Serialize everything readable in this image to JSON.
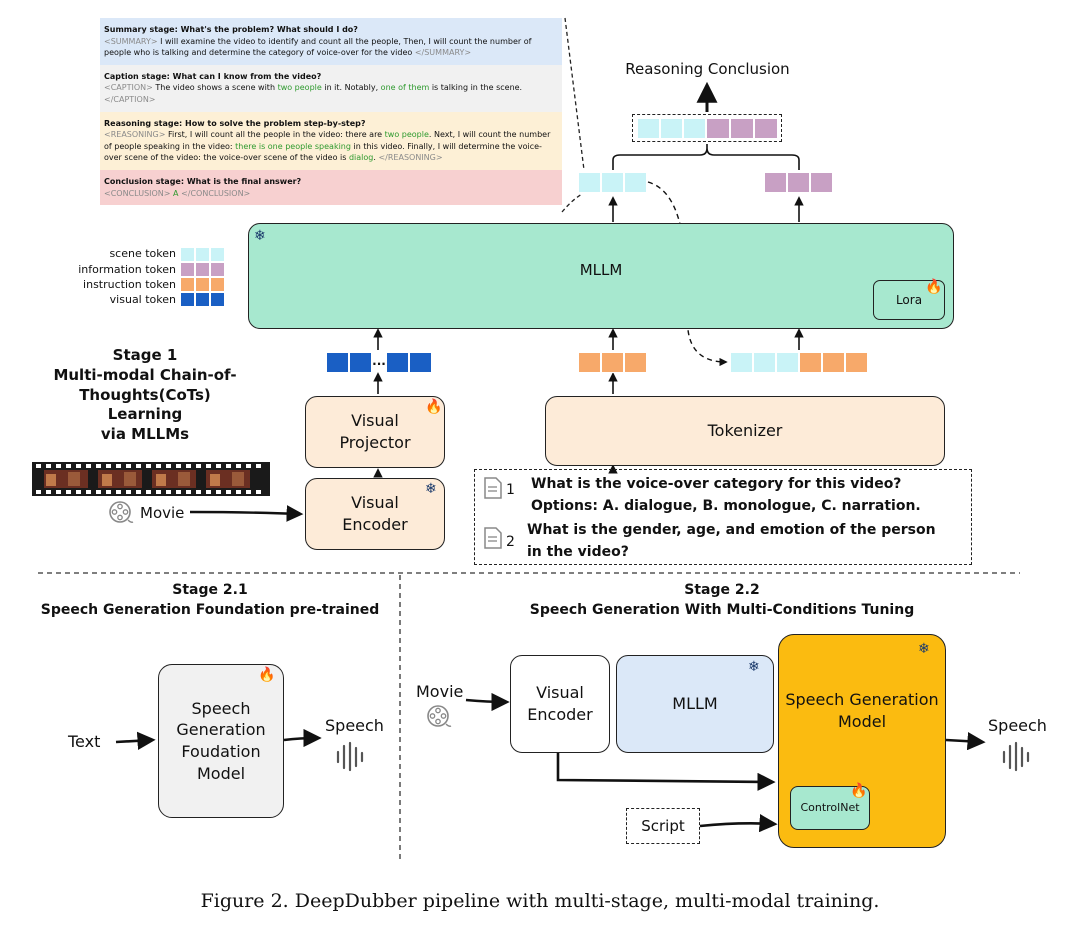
{
  "cot": {
    "summary": {
      "head": "Summary stage: What's the problem? What should I do?",
      "open": "<SUMMARY>",
      "text": " I will examine the video to identify and count all the people, Then, I will count the number of people who is talking and determine the category of voice-over for the video ",
      "close": "</SUMMARY>"
    },
    "caption": {
      "head": "Caption stage: What can I know from the video?",
      "open": "<CAPTION>",
      "t1": " The video shows a scene with ",
      "h1": "two people",
      "t2": " in it. Notably, ",
      "h2": "one of them",
      "t3": " is talking in the scene. ",
      "close": "</CAPTION>"
    },
    "reasoning": {
      "head": "Reasoning stage: How to solve the problem step-by-step?",
      "open": "<REASONING>",
      "t1": " First, I will count all the people in the video: there are ",
      "h1": "two people",
      "t2": ". Next, I will count the number of people speaking in the video: ",
      "h2": "there is one people speaking",
      "t3": " in this video. Finally, I will determine the voice-over scene of the video: the voice-over scene of the video is ",
      "h3": "dialog",
      "t4": ". ",
      "close": "</REASONING>"
    },
    "conclusion": {
      "head": "Conclusion stage: What is the final answer?",
      "open": "<CONCLUSION>",
      "answer": " A ",
      "close": "</CONCLUSION>"
    }
  },
  "reasoning_conclusion": "Reasoning Conclusion",
  "legend": {
    "scene": "scene token",
    "information": "information token",
    "instruction": "instruction token",
    "visual": "visual token"
  },
  "colors": {
    "scene": "#c9f3f7",
    "information": "#c8a0c4",
    "instruction": "#f7a96a",
    "visual": "#1a5fc4",
    "mllm_fill": "#a7e8cf",
    "peach": "#fdebd8",
    "cot_summary": "#dbe8f8",
    "cot_caption": "#f1f1f1",
    "cot_reasoning": "#fdf0d6",
    "cot_conclusion": "#f7d0d0",
    "speech_gen": "#fbbb10"
  },
  "stage1": {
    "title": "Stage 1\nMulti-modal Chain-of-\nThoughts(CoTs) Learning\nvia MLLMs",
    "mllm": "MLLM",
    "lora": "Lora",
    "visual_projector": "Visual\nProjector",
    "visual_encoder": "Visual\nEncoder",
    "tokenizer": "Tokenizer",
    "movie": "Movie",
    "ellipsis": "...",
    "q1_num": "1",
    "q1_line1": "What is the voice-over category for this video?",
    "q1_line2": "Options: A. dialogue, B. monologue, C. narration.",
    "q2_num": "2",
    "q2_line1": "What is the gender, age, and emotion of the person",
    "q2_line2": "in the video?"
  },
  "stage21": {
    "title": "Stage 2.1\nSpeech Generation Foundation pre-trained",
    "input": "Text",
    "model": "Speech\nGeneration\nFoudation\nModel",
    "output": "Speech"
  },
  "stage22": {
    "title": "Stage 2.2\nSpeech Generation With Multi-Conditions Tuning",
    "movie": "Movie",
    "visual_encoder": "Visual\nEncoder",
    "mllm": "MLLM",
    "speech_model": "Speech Generation\nModel",
    "controlnet": "ControlNet",
    "script": "Script",
    "output": "Speech"
  },
  "icons": {
    "frozen": "snowflake-icon",
    "trainable": "flame-icon",
    "question": "document-question-icon",
    "movie": "film-reel-icon",
    "speech": "sound-wave-icon"
  },
  "caption": "Figure 2. DeepDubber pipeline with multi-stage, multi-modal training."
}
